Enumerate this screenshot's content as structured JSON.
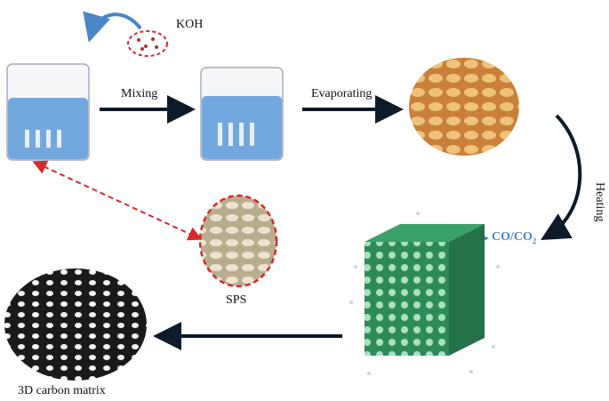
{
  "labels": {
    "koh": "KOH",
    "mixing": "Mixing",
    "evaporating": "Evaporating",
    "heating": "Heating",
    "co_co2": "CO/CO",
    "co2_subscript": "2",
    "sps": "SPS",
    "carbon_matrix": "3D carbon matrix"
  },
  "colors": {
    "arrow": "#0d1a2a",
    "dashed_red": "#d42a2a",
    "blue_arrow": "#4a86c5",
    "water": "#5a9ad8",
    "cube_green": "#2e8a5a",
    "flakes": "#d89a4a",
    "sps": "#d8cdb0",
    "carbon": "#1a1a1a"
  }
}
